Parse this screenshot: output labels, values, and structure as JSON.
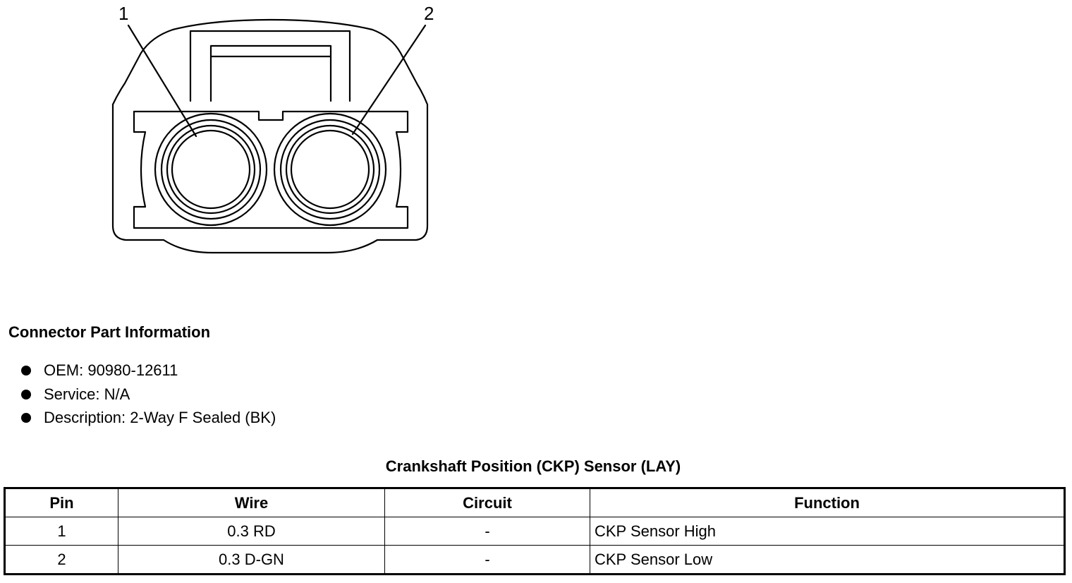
{
  "diagram": {
    "callouts": [
      "1",
      "2"
    ]
  },
  "connector_info": {
    "heading": "Connector Part Information",
    "items": [
      "OEM: 90980-12611",
      "Service: N/A",
      "Description: 2-Way F Sealed (BK)"
    ]
  },
  "table": {
    "title": "Crankshaft Position (CKP) Sensor (LAY)",
    "headers": [
      "Pin",
      "Wire",
      "Circuit",
      "Function"
    ],
    "rows": [
      [
        "1",
        "0.3 RD",
        "-",
        "CKP Sensor High"
      ],
      [
        "2",
        "0.3 D-GN",
        "-",
        "CKP Sensor Low"
      ]
    ]
  }
}
